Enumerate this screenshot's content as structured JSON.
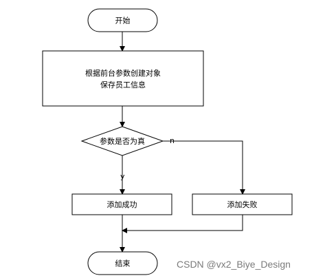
{
  "diagram": {
    "nodes": {
      "start": "开始",
      "process_line1": "根据前台参数创建对象",
      "process_line2": "保存员工信息",
      "decision": "参数是否为真",
      "success": "添加成功",
      "fail": "添加失败",
      "end": "结束"
    },
    "edge_labels": {
      "no": "n",
      "yes": "y"
    }
  },
  "watermark": "CSDN @vx2_Biye_Design"
}
